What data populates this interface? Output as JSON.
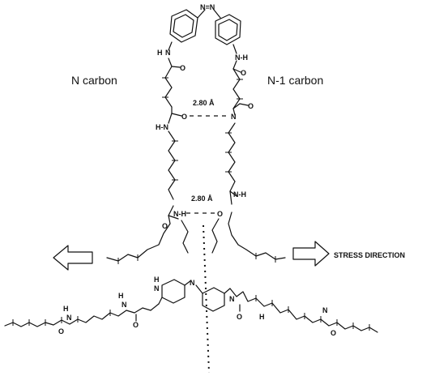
{
  "labels": {
    "n_carbon": "N carbon",
    "n1_carbon": "N-1 carbon",
    "stress_direction": "STRESS DIRECTION",
    "distance_upper": "2.80 Å",
    "distance_lower": "2.80 Å"
  },
  "atoms": {
    "N": "N",
    "H": "H",
    "O": "O",
    "HN": "H-N",
    "NH": "N-H",
    "NH_lower": "N-H",
    "azo": "N=N"
  }
}
